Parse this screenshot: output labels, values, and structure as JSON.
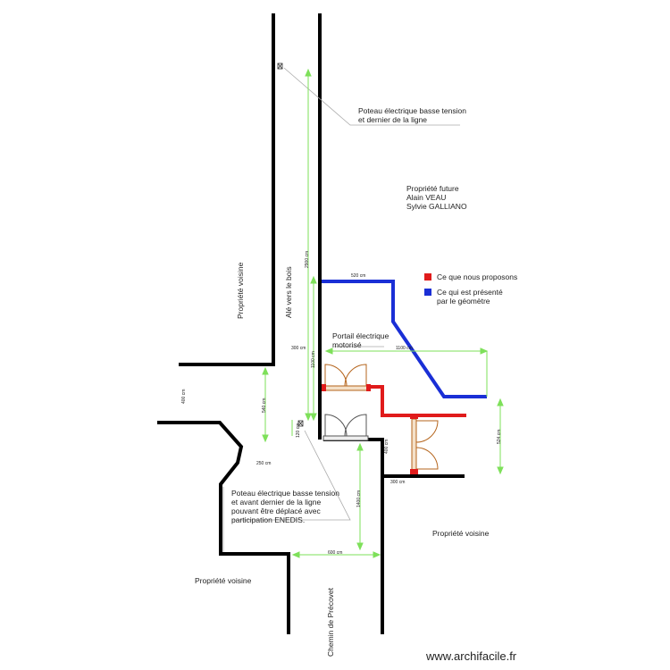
{
  "labels": {
    "poteau_top": [
      "Poteau électrique basse tension",
      "et dernier de la ligne"
    ],
    "propriete_future": [
      "Propriété future",
      "Alain VEAU",
      "Sylvie GALLIANO"
    ],
    "portail": [
      "Portail électrique",
      "motorisé"
    ],
    "poteau_bottom": [
      "Poteau électrique basse tension",
      "et avant dernier de la ligne",
      "pouvant être déplacé avec",
      "participation ENEDIS."
    ],
    "propriete_voisine_left": "Propriété voisine",
    "alle_bois": "Alé vers le bois",
    "propriete_voisine_right": "Propriété voisine",
    "propriete_voisine_bottom": "Propriété voisine",
    "chemin": "Chemin de Précovet"
  },
  "legend": {
    "proposed": {
      "label": "Ce que nous proposons",
      "color": "#e01b1b"
    },
    "geometre": {
      "label": [
        "Ce qui est présenté",
        "par le géomètre"
      ],
      "color": "#1a2fd6"
    }
  },
  "dimensions": {
    "d2900": "2900 cm",
    "d1100": "1100 cm",
    "d300a": "300 cm",
    "d520": "520 cm",
    "d1100h": "1100 cm",
    "d540": "540 cm",
    "d400": "400 cm",
    "d120": "120 cm",
    "d250": "250 cm",
    "d1400": "1400 cm",
    "d400b": "400 cm",
    "d300b": "300 cm",
    "d600": "600 cm",
    "d524": "524 cm"
  },
  "watermark": "www.archifacile.fr",
  "colors": {
    "wall": "#000000",
    "dim": "#7ee05a",
    "door": "#b5651d",
    "leader": "#999999"
  }
}
